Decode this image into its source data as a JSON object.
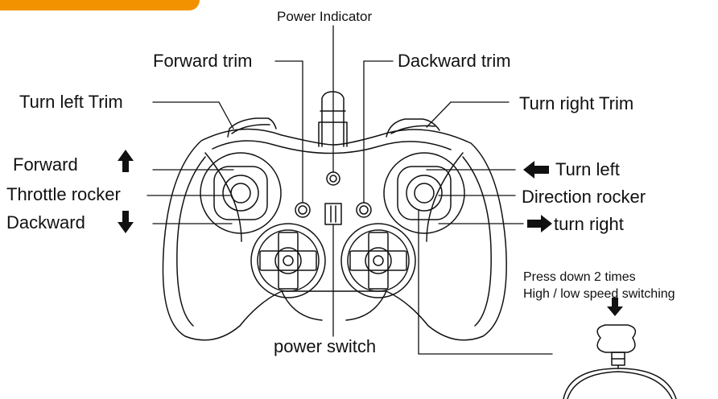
{
  "colors": {
    "accent": "#f39200",
    "line": "#111111"
  },
  "labels": {
    "power_indicator": "Power Indicator",
    "forward_trim": "Forward trim",
    "backward_trim": "Dackward trim",
    "turn_left_trim": "Turn left Trim",
    "turn_right_trim": "Turn right  Trim",
    "forward": "Forward",
    "throttle_rocker": "Throttle rocker",
    "backward": "Dackward",
    "turn_left": "Turn left",
    "direction_rocker": "Direction rocker",
    "turn_right": "turn right",
    "power_switch": "power switch",
    "press_down": "Press down 2 times",
    "speed_switching": "High / low speed switching"
  },
  "icons": {
    "arrow_up": "arrow-up-icon",
    "arrow_down": "arrow-down-icon",
    "arrow_left": "arrow-left-icon",
    "arrow_right": "arrow-right-icon"
  }
}
